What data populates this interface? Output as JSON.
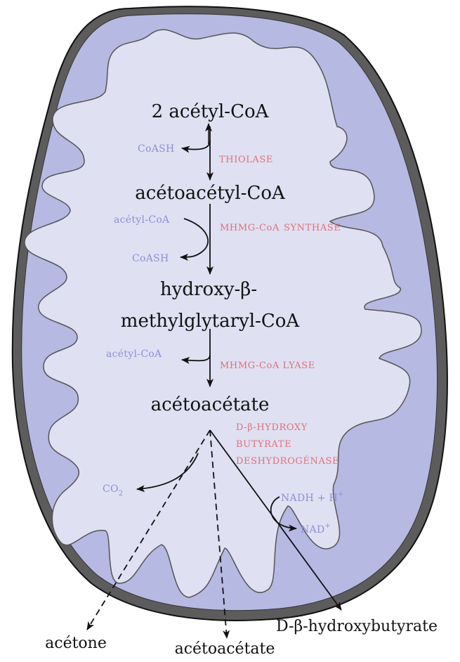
{
  "colors": {
    "outer_membrane": "#5c5c5c",
    "intermembrane": "#b6b9e2",
    "matrix": "#dfe0f2",
    "cofactor_text": "#8d90d6",
    "enzyme_text": "#e07077",
    "arrow": "#111111"
  },
  "metabolites": {
    "acetyl_coa": "2 acétyl-CoA",
    "acetoacetyl_coa": "acétoacétyl-CoA",
    "hmg_line1": "hydroxy-β-",
    "hmg_line2": "methylglytaryl-CoA",
    "acetoacetate": "acétoacétate"
  },
  "enzymes": {
    "thiolase": "THIOLASE",
    "hmg_synthase_prefix": "MHMG-CoA",
    "hmg_synthase_suffix": "SYNTHASE",
    "hmg_lyase": "MHMG-CoA LYASE",
    "dh_line1": "D-β-HYDROXY",
    "dh_line2": "BUTYRATE",
    "dh_line3": "DESHYDROGÉNASE"
  },
  "cofactors": {
    "coash_1": "CoASH",
    "acetyl_coa_in_1": "acétyl-CoA",
    "coash_2": "CoASH",
    "acetyl_coa_in_2": "acétyl-CoA",
    "co2": "CO",
    "co2_sub": "2",
    "nadh": "NADH + H",
    "nadh_sup": "+",
    "nad": "NAD",
    "nad_sup": "+"
  },
  "products": {
    "acetone": "acétone",
    "acetoacetate_out": "acétoacétate",
    "hydroxybutyrate": "D-β-hydroxybutyrate"
  }
}
